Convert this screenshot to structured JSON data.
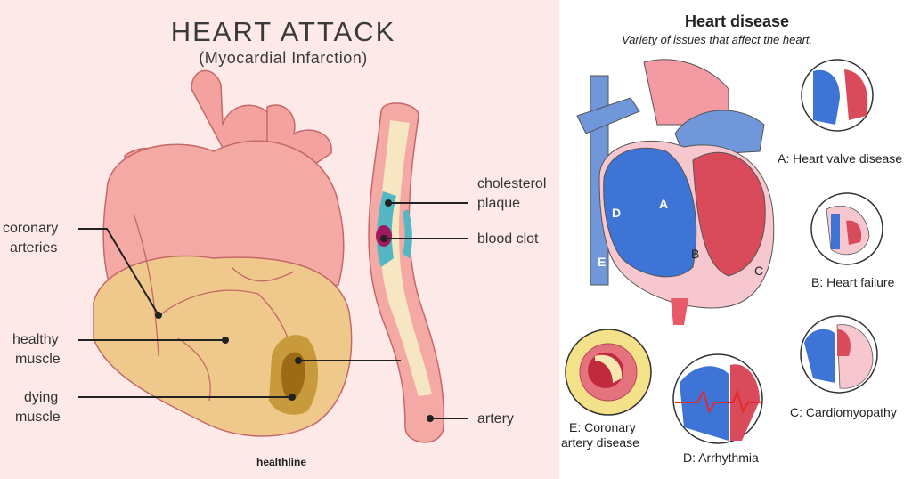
{
  "left": {
    "title": "HEART ATTACK",
    "subtitle": "(Myocardial Infarction)",
    "labels": {
      "coronary": "coronary",
      "arteries": "arteries",
      "healthy": "healthy",
      "muscle1": "muscle",
      "dying": "dying",
      "muscle2": "muscle",
      "cholesterol": "cholesterol",
      "plaque": "plaque",
      "blood_clot": "blood clot",
      "artery": "artery"
    },
    "brand": "healthline"
  },
  "right": {
    "title": "Heart disease",
    "subtitle": "Variety of issues that affect the heart.",
    "letters": {
      "a": "A",
      "b": "B",
      "c": "C",
      "d": "D",
      "e": "E"
    },
    "captions": {
      "valve": "A: Heart valve disease",
      "failure": "B: Heart failure",
      "cardio": "C: Cardiomyopathy",
      "arrhythmia": "D: Arrhythmia",
      "cad1": "E: Coronary",
      "cad2": "artery disease"
    }
  }
}
